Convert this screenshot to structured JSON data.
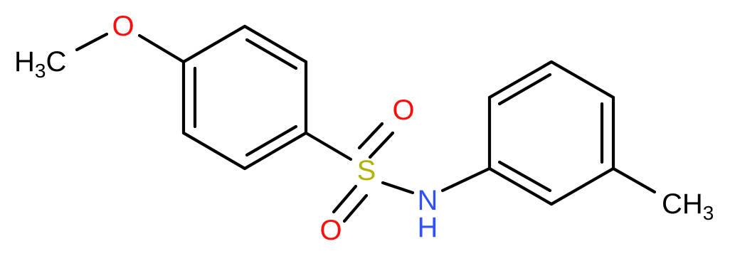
{
  "structure": {
    "labels": {
      "methyl_left": {
        "main": "H",
        "sub": "3",
        "tail": "C"
      },
      "oxygen_ether": "O",
      "sulfur": "S",
      "oxygen_top": "O",
      "oxygen_bottom": "O",
      "nitrogen": "N",
      "nitrogen_h": "H",
      "methyl_right": {
        "main": "CH",
        "sub": "3"
      }
    },
    "colors": {
      "bond": "#000000",
      "carbon_hydrogen": "#000000",
      "oxygen": "#ff0d0d",
      "sulfur": "#b2b200",
      "nitrogen": "#3050f8"
    }
  }
}
